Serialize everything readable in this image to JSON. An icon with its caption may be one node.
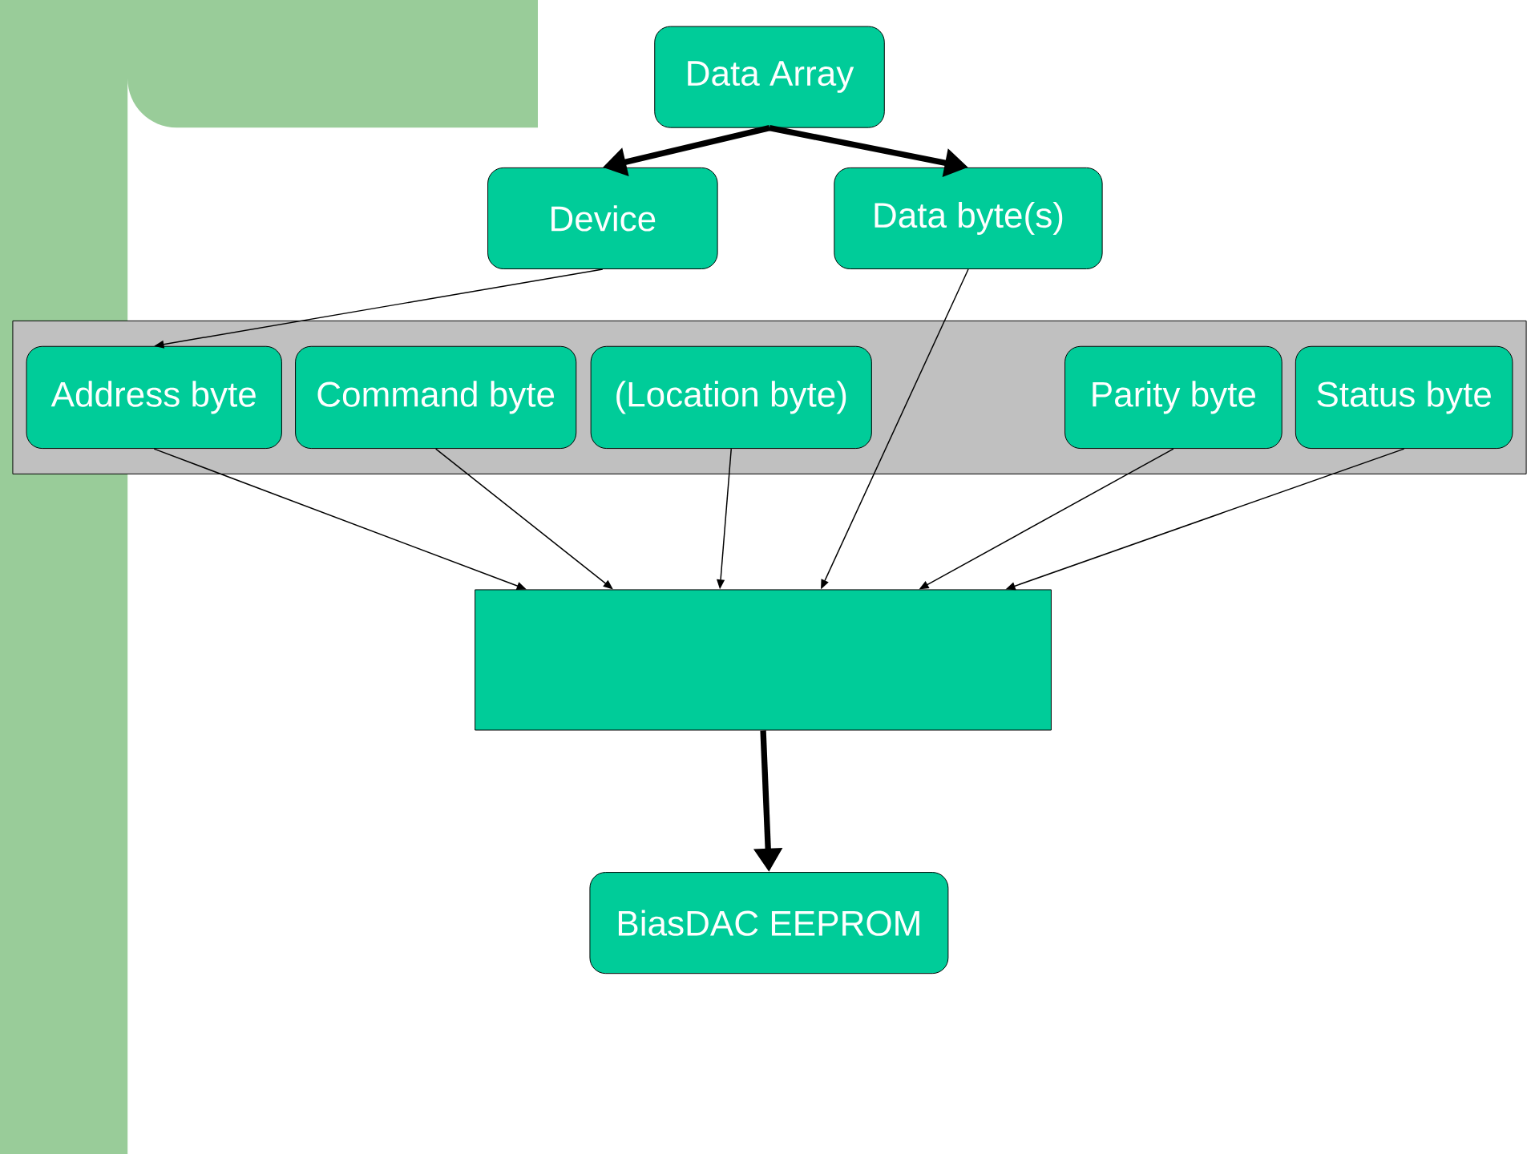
{
  "diagram": {
    "nodes": [
      {
        "text": [
          "Data Array"
        ]
      },
      {
        "text": [
          "Device"
        ]
      },
      {
        "text": [
          "Data byte(s)"
        ]
      },
      {
        "text": [],
        "shape": "box"
      },
      {
        "text": [
          "Address byte"
        ],
        "in": 3
      },
      {
        "text": [
          "Command byte"
        ],
        "in": 3
      },
      {
        "text": [
          "(Location byte)"
        ],
        "in": 3
      },
      {
        "text": [
          "Parity byte"
        ],
        "in": 3
      },
      {
        "text": [
          "Status byte"
        ],
        "in": 3
      },
      {
        "text": [],
        "shape": "box"
      },
      {
        "text": [
          "BiasDAC EEPROM"
        ]
      }
    ],
    "edges": [
      {
        "from": 0,
        "to": 1,
        "arrow": "to",
        "style": "thick"
      },
      {
        "from": 0,
        "to": 2,
        "arrow": "to",
        "style": "thick"
      },
      {
        "from": 1,
        "to": 4,
        "arrow": "to"
      },
      {
        "from": 2,
        "to": 9,
        "arrow": "to"
      },
      {
        "from": 4,
        "to": 9,
        "arrow": "to"
      },
      {
        "from": 5,
        "to": 9,
        "arrow": "to"
      },
      {
        "from": 6,
        "to": 9,
        "arrow": "to"
      },
      {
        "from": 7,
        "to": 9,
        "arrow": "to"
      },
      {
        "from": 8,
        "to": 9,
        "arrow": "to"
      },
      {
        "from": 9,
        "to": 10,
        "arrow": "to",
        "style": "thick"
      }
    ]
  }
}
